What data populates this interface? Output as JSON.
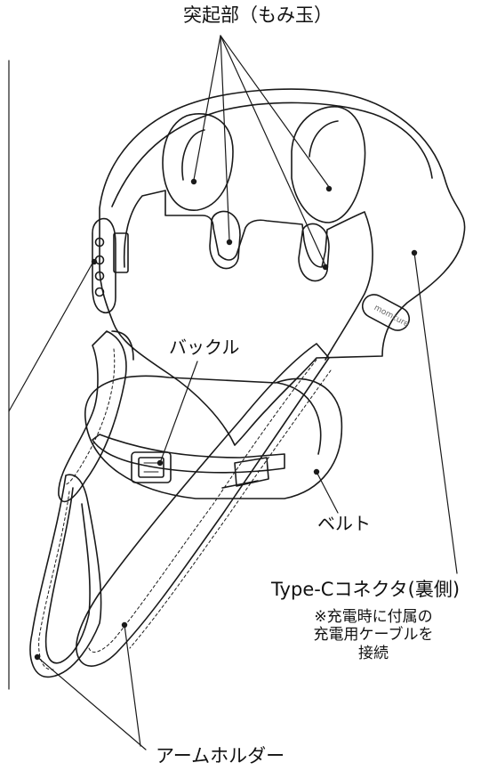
{
  "labels": {
    "knobs": "突起部（もみ玉）",
    "buckle": "バックル",
    "belt": "ベルト",
    "connector": "Type-Cコネクタ(裏側)",
    "connector_note_1": "※充電時に付属の",
    "connector_note_2": "充電用ケーブルを",
    "connector_note_3": "接続",
    "arm_holder": "アームホルダー"
  },
  "logo": "momcure",
  "colors": {
    "line": "#1a1a1a",
    "fill": "#ffffff",
    "shade": "#f2f2f2"
  }
}
